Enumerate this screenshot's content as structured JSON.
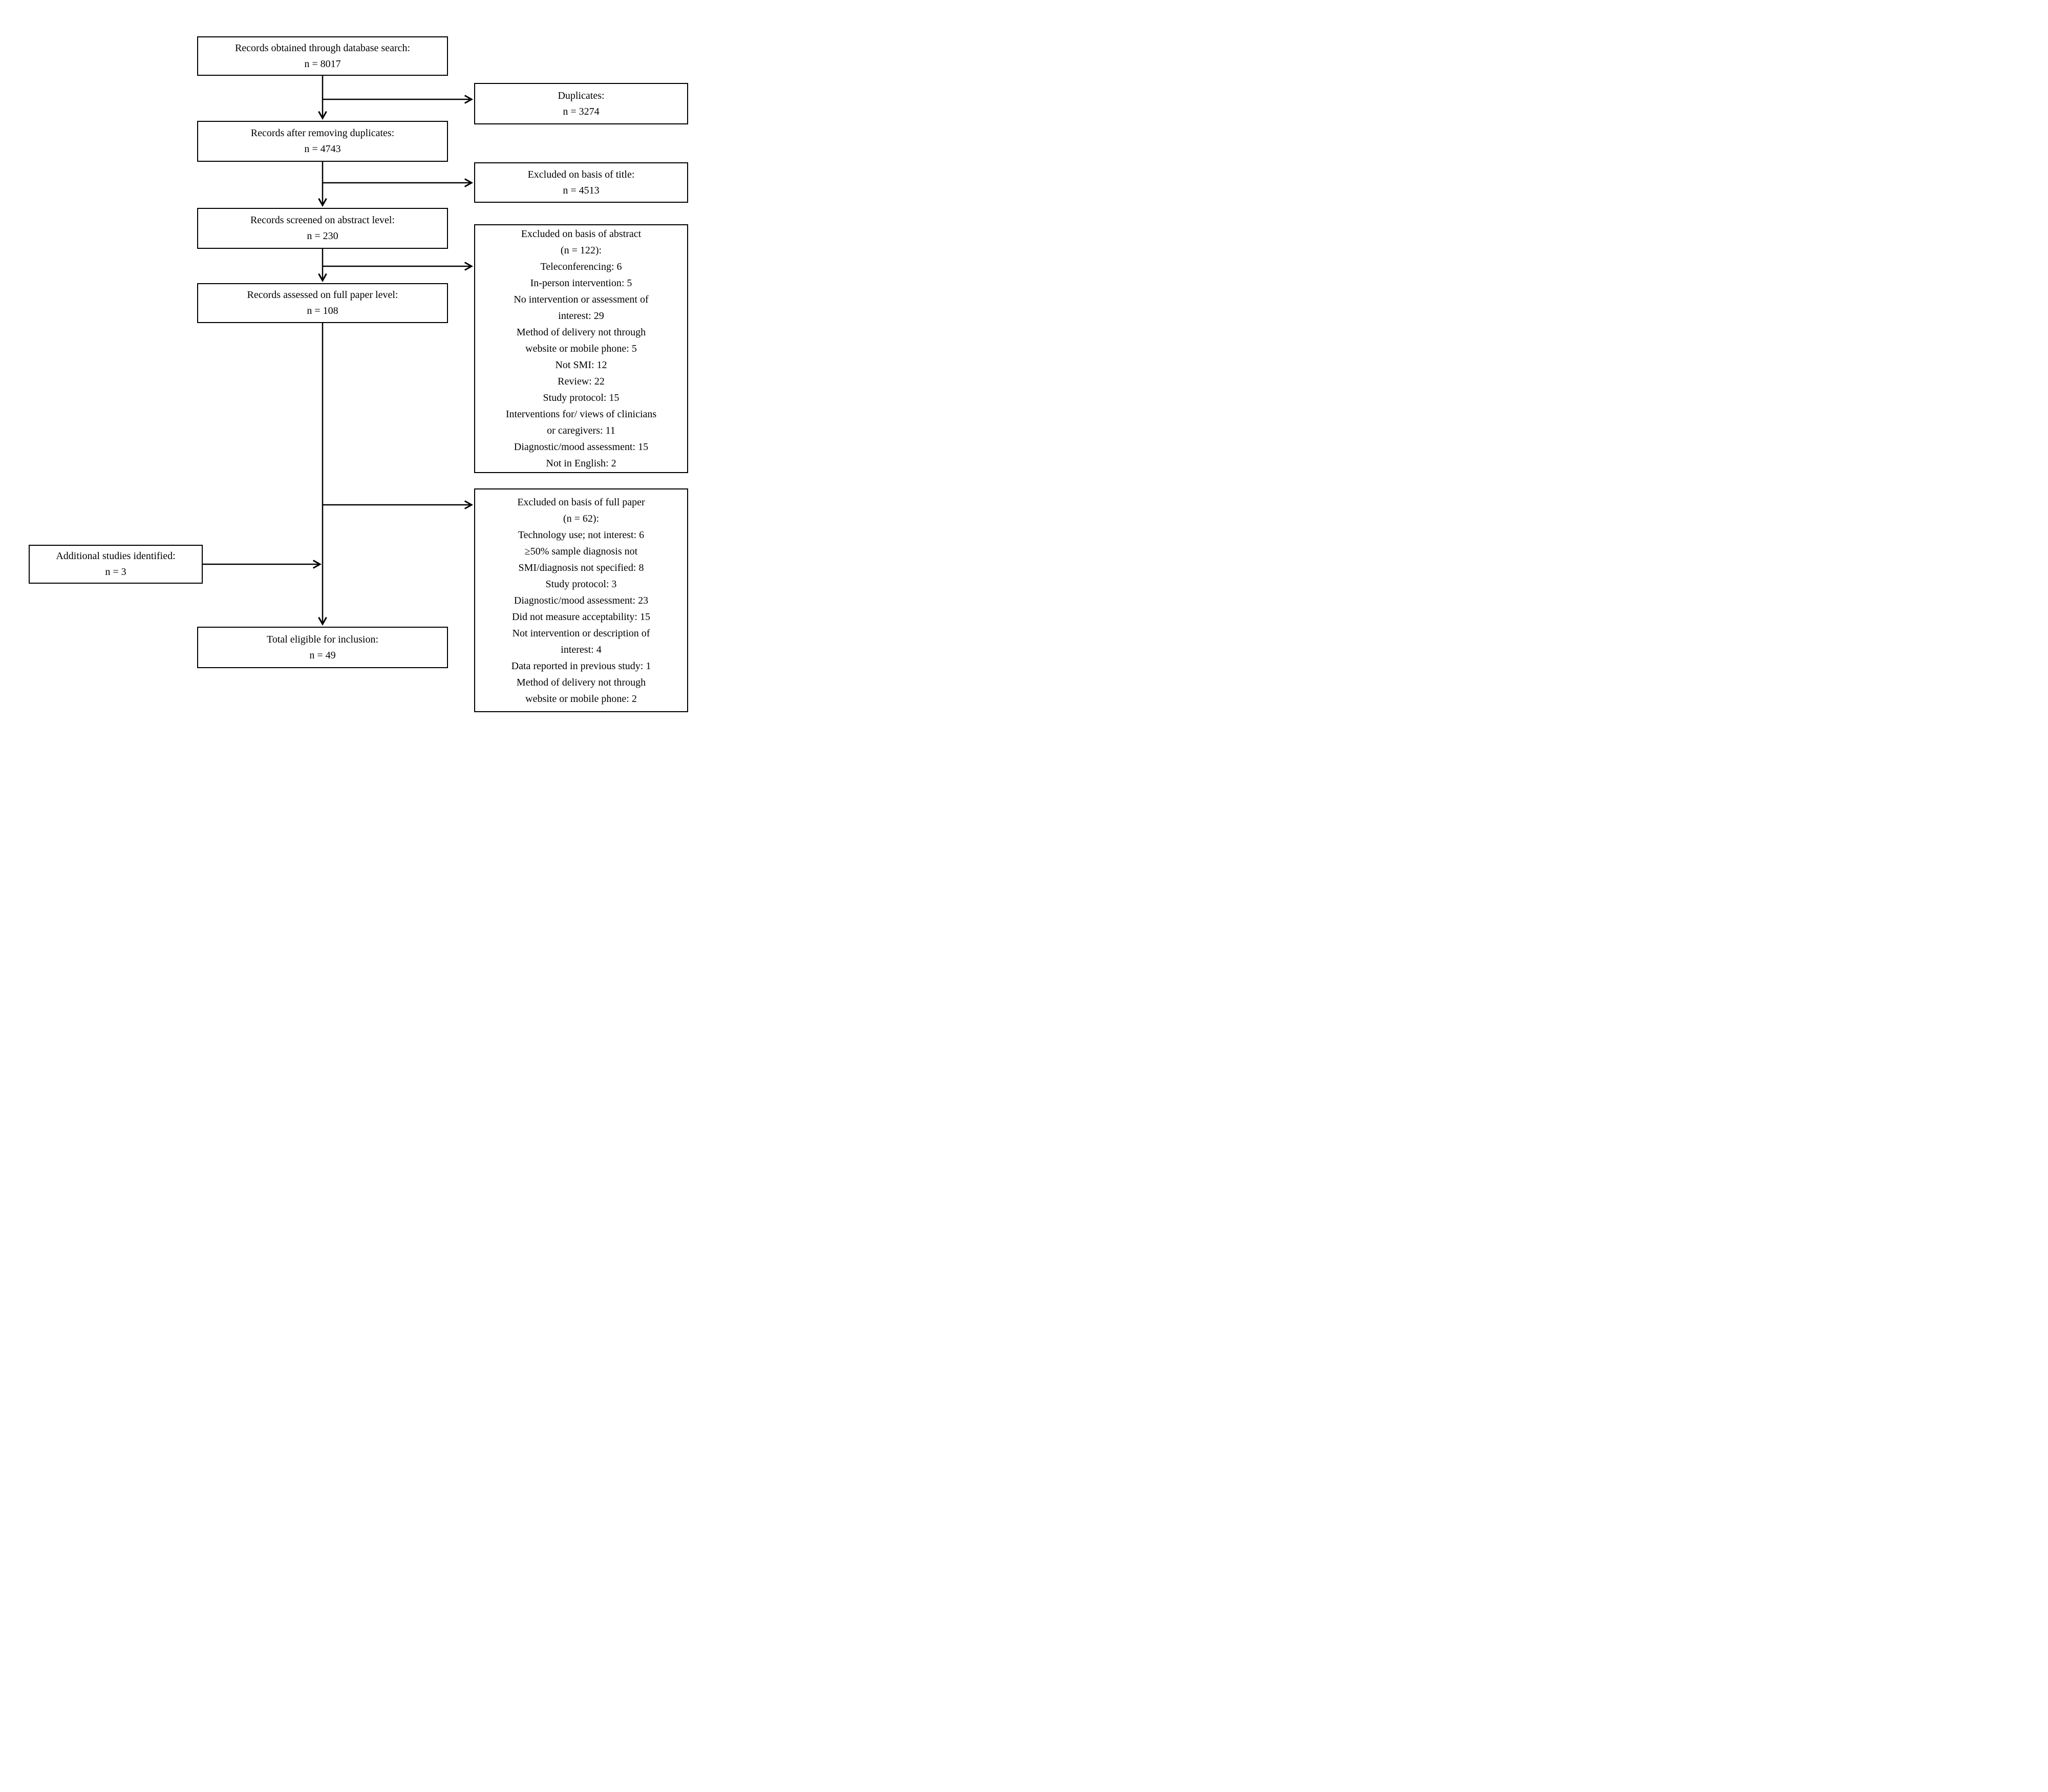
{
  "diagram": {
    "type": "prisma-flowchart",
    "background_color": "#ffffff",
    "line_color": "#000000",
    "boxes": {
      "records_obtained": {
        "lines": [
          "Records obtained through database search:",
          "n = 8017"
        ]
      },
      "duplicates": {
        "lines": [
          "Duplicates:",
          "n = 3274"
        ]
      },
      "after_duplicates": {
        "lines": [
          "Records after removing duplicates:",
          "n = 4743"
        ]
      },
      "excluded_title": {
        "lines": [
          "Excluded on basis of title:",
          "n = 4513"
        ]
      },
      "abstract_level": {
        "lines": [
          "Records screened on abstract level:",
          "n = 230"
        ]
      },
      "excluded_abstract": {
        "lines": [
          "Excluded on basis of abstract",
          "(n = 122):",
          "Teleconferencing: 6",
          "In-person intervention: 5",
          "No intervention or assessment of",
          "interest: 29",
          "Method of delivery not through",
          "website or mobile phone: 5",
          "Not SMI: 12",
          "Review: 22",
          "Study protocol: 15",
          "Interventions for/ views of clinicians",
          "or caregivers: 11",
          "Diagnostic/mood assessment: 15",
          "Not in English: 2"
        ]
      },
      "full_paper_level": {
        "lines": [
          "Records assessed on full paper level:",
          "n = 108"
        ]
      },
      "excluded_full_paper": {
        "lines": [
          "Excluded on basis of full paper",
          "(n = 62):",
          "Technology use; not interest: 6",
          "≥50% sample diagnosis not",
          "SMI/diagnosis not specified: 8",
          "Study protocol: 3",
          "Diagnostic/mood assessment: 23",
          "Did not measure acceptability: 15",
          "Not intervention or description of",
          "interest: 4",
          "Data reported in previous study: 1",
          "Method of delivery not through",
          "website or mobile phone: 2"
        ]
      },
      "additional_studies": {
        "lines": [
          "Additional studies identified:",
          "n = 3"
        ]
      },
      "total_eligible": {
        "lines": [
          "Total eligible for inclusion:",
          "n = 49"
        ]
      }
    }
  }
}
